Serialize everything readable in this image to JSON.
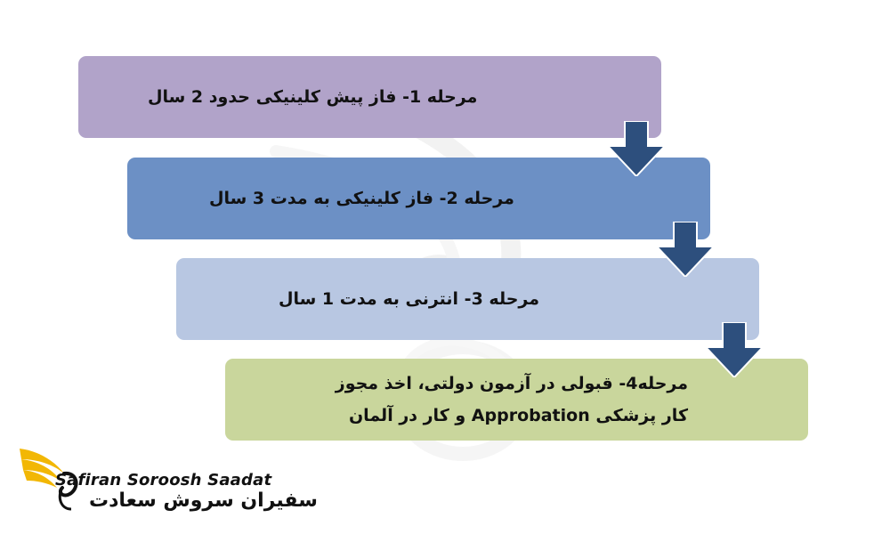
{
  "steps": [
    {
      "label": "مرحله 1- فاز پیش کلینیکی حدود 2 سال",
      "color": "#b1a3c9"
    },
    {
      "label": "مرحله 2- فاز کلینیکی به مدت 3 سال",
      "color": "#6c90c5"
    },
    {
      "label": "مرحله 3- انترنی به مدت 1 سال",
      "color": "#b8c7e2"
    },
    {
      "label": "مرحله4- قبولی در آزمون دولتی، اخذ مجوز کار پزشکی Approbation و کار در آلمان",
      "color": "#c9d69c"
    }
  ],
  "arrows": {
    "count": 3,
    "color": "#2d4f7d",
    "icon": "down-arrow-icon"
  },
  "logo": {
    "name_latin": "Safiran Soroosh Saadat",
    "name_persian": "سفیران سروش سعادت",
    "accent": "#f2b705",
    "icon": "phoenix-logo-icon"
  }
}
